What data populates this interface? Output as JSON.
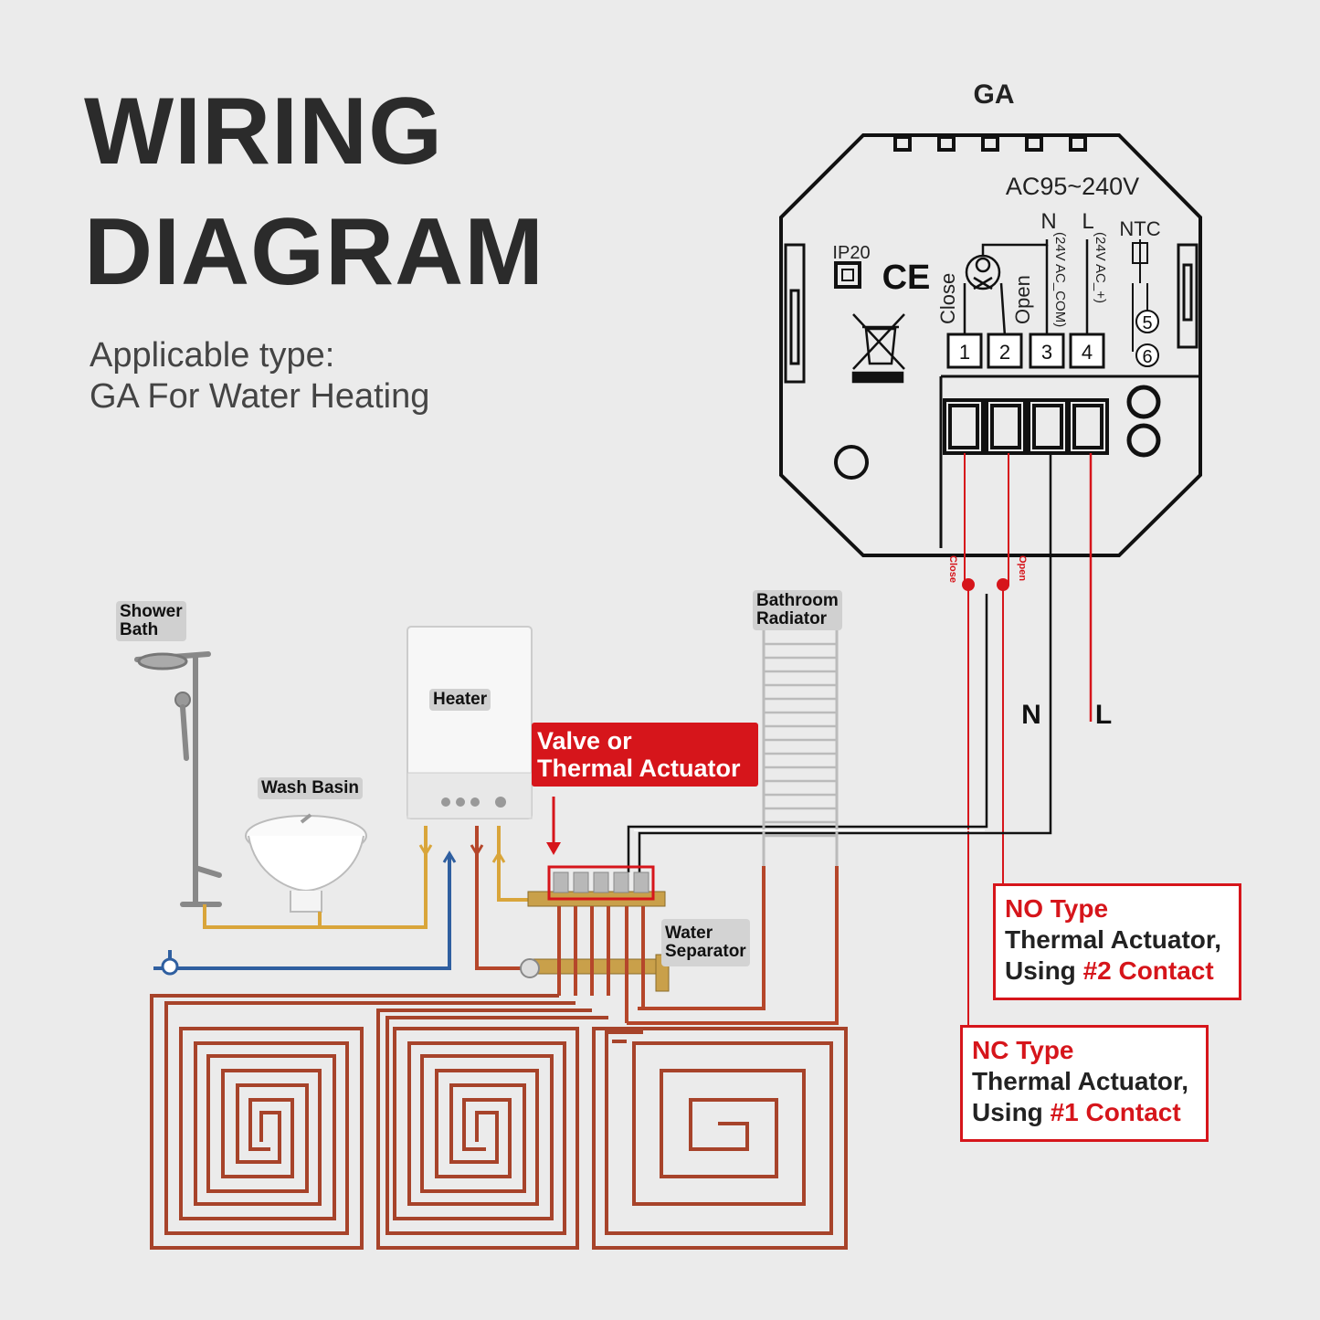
{
  "header": {
    "title_line1": "WIRING",
    "title_line2": "DIAGRAM",
    "subtitle_line1": "Applicable type:",
    "subtitle_line2": "GA For Water Heating"
  },
  "device": {
    "model": "GA",
    "voltage": "AC95~240V",
    "n_label": "N",
    "l_label": "L",
    "ntc_label": "NTC",
    "n_sub": "(24V AC_COM)",
    "l_sub": "(24V AC_+)",
    "close_label": "Close",
    "open_label": "Open",
    "ip_label": "IP20",
    "ce_label": "CE",
    "terminals": [
      "1",
      "2",
      "3",
      "4"
    ],
    "ntc_terminals": [
      "5",
      "6"
    ]
  },
  "wires": {
    "close_small": "Close",
    "open_small": "Open",
    "n": "N",
    "l": "L"
  },
  "scene_labels": {
    "shower": "Shower\nBath",
    "wash_basin": "Wash Basin",
    "heater": "Heater",
    "radiator": "Bathroom\nRadiator",
    "water_separator": "Water\nSeparator",
    "valve_line1": "Valve or",
    "valve_line2": "Thermal Actuator"
  },
  "notes": {
    "no": {
      "type": "NO Type",
      "line2": "Thermal Actuator,",
      "line3_prefix": "Using ",
      "line3_highlight": "#2 Contact"
    },
    "nc": {
      "type": "NC Type",
      "line2": "Thermal Actuator,",
      "line3_prefix": "Using ",
      "line3_highlight": "#1 Contact"
    }
  },
  "colors": {
    "accent_red": "#d6151b",
    "pipe_hot": "#b5462a",
    "pipe_cold": "#2f5fa0",
    "pipe_warm": "#d9a53a",
    "title": "#2b2b2b"
  }
}
